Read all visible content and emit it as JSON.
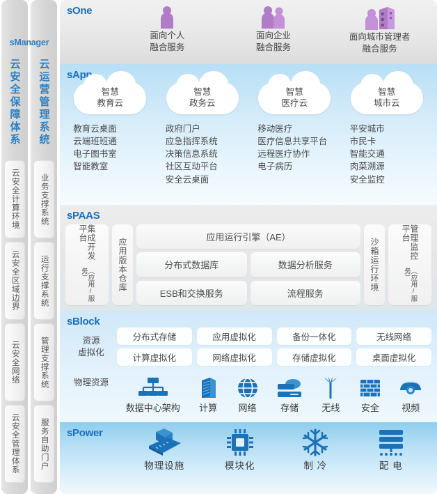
{
  "sidebar": {
    "group_label": "sManager",
    "columns": [
      {
        "title": "云安全保障体系",
        "items": [
          "云安全计算环境",
          "云安全区域边界",
          "云安全网络",
          "云安全管理体系"
        ]
      },
      {
        "title": "云运营管理系统",
        "items": [
          "业务支撑系统",
          "运行支撑系统",
          "管理支撑系统",
          "服务自助门户"
        ]
      }
    ]
  },
  "layers": {
    "sone": {
      "title": "sOne",
      "items": [
        {
          "icon": "person-icon",
          "label_line1": "面向个人",
          "label_line2": "融合服务"
        },
        {
          "icon": "people-icon",
          "label_line1": "面向企业",
          "label_line2": "融合服务"
        },
        {
          "icon": "person-building-icon",
          "label_line1": "面向城市管理者",
          "label_line2": "融合服务"
        }
      ]
    },
    "sapp": {
      "title": "sApp",
      "columns": [
        {
          "cloud_line1": "智慧",
          "cloud_line2": "教育云",
          "items": [
            "教育云桌面",
            "云端班班通",
            "电子图书室",
            "智能教室"
          ]
        },
        {
          "cloud_line1": "智慧",
          "cloud_line2": "政务云",
          "items": [
            "政府门户",
            "应急指挥系统",
            "决策信息系统",
            "社区互动平台",
            "安全云桌面"
          ]
        },
        {
          "cloud_line1": "智慧",
          "cloud_line2": "医疗云",
          "items": [
            "移动医疗",
            "医疗信息共享平台",
            "远程医疗协作",
            "电子病历"
          ]
        },
        {
          "cloud_line1": "智慧",
          "cloud_line2": "城市云",
          "items": [
            "平安城市",
            "市民卡",
            "智能交通",
            "肉菜溯源",
            "安全监控"
          ]
        }
      ]
    },
    "spaas": {
      "title": "sPAAS",
      "left_boxes": [
        {
          "main": "集成开发平台",
          "sub": "（应用/服务）"
        },
        {
          "main": "应用版本仓库",
          "sub": ""
        }
      ],
      "center_top": "应用运行引擎（AE）",
      "center_row1": [
        "分布式数据库",
        "数据分析服务"
      ],
      "center_row2": [
        "ESB和交换服务",
        "流程服务"
      ],
      "right_boxes": [
        {
          "main": "沙箱运行环境",
          "sub": ""
        },
        {
          "main": "管理监控平台",
          "sub": "（应用/服务）"
        }
      ]
    },
    "sblock": {
      "title": "sBlock",
      "virt_label_line1": "资源",
      "virt_label_line2": "虚拟化",
      "virt_row1": [
        "分布式存储",
        "应用虚拟化",
        "备份一体化",
        "无线网络"
      ],
      "virt_row2": [
        "计算虚拟化",
        "网络虚拟化",
        "存储虚拟化",
        "桌面虚拟化"
      ],
      "phys_label": "物理资源",
      "phys_items": [
        {
          "icon": "datacenter-icon",
          "label": "数据中心架构"
        },
        {
          "icon": "server-icon",
          "label": "计算"
        },
        {
          "icon": "globe-icon",
          "label": "网络"
        },
        {
          "icon": "storage-icon",
          "label": "存储"
        },
        {
          "icon": "antenna-icon",
          "label": "无线"
        },
        {
          "icon": "firewall-icon",
          "label": "安全"
        },
        {
          "icon": "camera-icon",
          "label": "视频"
        }
      ]
    },
    "spower": {
      "title": "sPower",
      "items": [
        {
          "icon": "facility-icon",
          "label": "物理设施"
        },
        {
          "icon": "chip-icon",
          "label": "模块化"
        },
        {
          "icon": "snowflake-icon",
          "label": "制 冷"
        },
        {
          "icon": "power-rack-icon",
          "label": "配 电"
        }
      ]
    }
  },
  "colors": {
    "heading_blue": "#1a6fbd",
    "sidebar_blue": "#2b7fc4",
    "icon_purple": "#b07cc6",
    "icon_blue": "#1c72b8"
  }
}
